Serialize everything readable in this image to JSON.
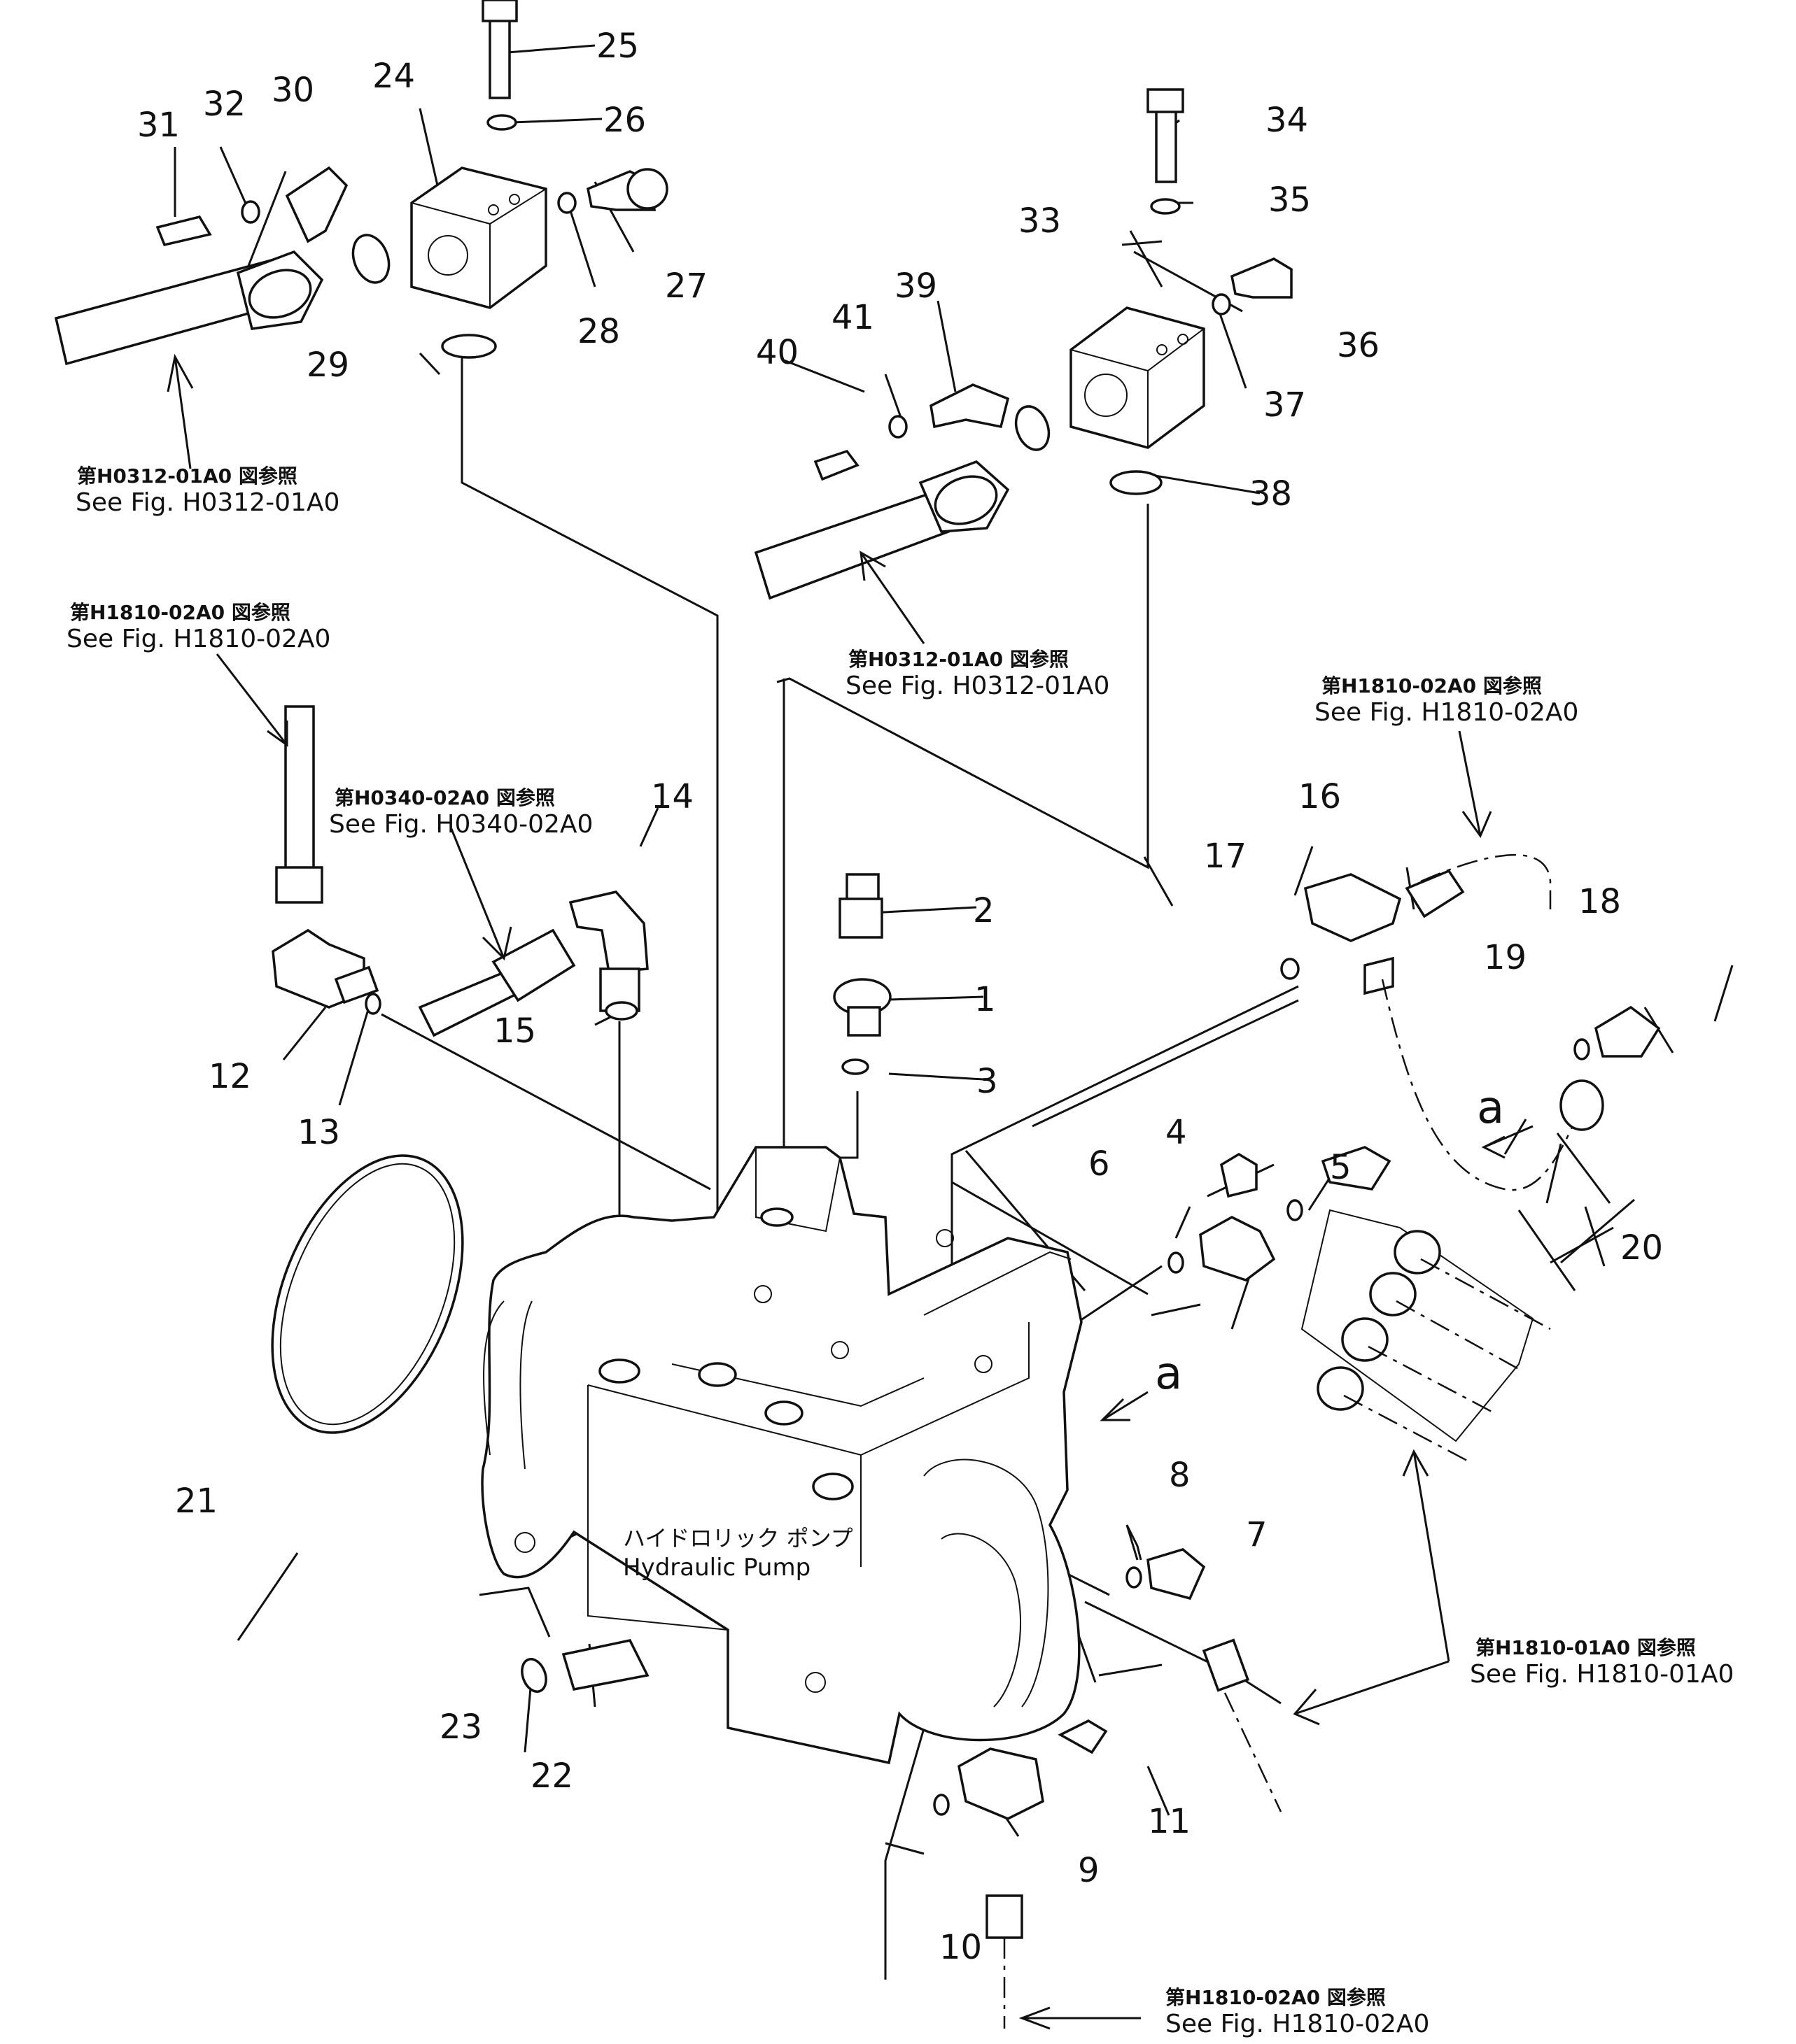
{
  "diagram": {
    "callouts": [
      {
        "id": "1",
        "label": "1"
      },
      {
        "id": "2",
        "label": "2"
      },
      {
        "id": "3",
        "label": "3"
      },
      {
        "id": "4",
        "label": "4"
      },
      {
        "id": "5",
        "label": "5"
      },
      {
        "id": "6",
        "label": "6"
      },
      {
        "id": "7",
        "label": "7"
      },
      {
        "id": "8",
        "label": "8"
      },
      {
        "id": "9",
        "label": "9"
      },
      {
        "id": "10",
        "label": "10"
      },
      {
        "id": "11",
        "label": "11"
      },
      {
        "id": "12",
        "label": "12"
      },
      {
        "id": "13",
        "label": "13"
      },
      {
        "id": "14",
        "label": "14"
      },
      {
        "id": "15",
        "label": "15"
      },
      {
        "id": "16",
        "label": "16"
      },
      {
        "id": "17",
        "label": "17"
      },
      {
        "id": "18",
        "label": "18"
      },
      {
        "id": "19",
        "label": "19"
      },
      {
        "id": "20",
        "label": "20"
      },
      {
        "id": "21",
        "label": "21"
      },
      {
        "id": "22",
        "label": "22"
      },
      {
        "id": "23",
        "label": "23"
      },
      {
        "id": "24",
        "label": "24"
      },
      {
        "id": "25",
        "label": "25"
      },
      {
        "id": "26",
        "label": "26"
      },
      {
        "id": "27",
        "label": "27"
      },
      {
        "id": "28",
        "label": "28"
      },
      {
        "id": "29",
        "label": "29"
      },
      {
        "id": "30",
        "label": "30"
      },
      {
        "id": "31",
        "label": "31"
      },
      {
        "id": "32",
        "label": "32"
      },
      {
        "id": "33",
        "label": "33"
      },
      {
        "id": "34",
        "label": "34"
      },
      {
        "id": "35",
        "label": "35"
      },
      {
        "id": "36",
        "label": "36"
      },
      {
        "id": "37",
        "label": "37"
      },
      {
        "id": "38",
        "label": "38"
      },
      {
        "id": "39",
        "label": "39"
      },
      {
        "id": "40",
        "label": "40"
      },
      {
        "id": "41",
        "label": "41"
      }
    ],
    "view_marks": [
      {
        "id": "a1",
        "label": "a"
      },
      {
        "id": "a2",
        "label": "a"
      }
    ],
    "references": [
      {
        "id": "r1",
        "jp": "第H0312-01A0 図参照",
        "en": "See Fig. H0312-01A0"
      },
      {
        "id": "r2",
        "jp": "第H1810-02A0 図参照",
        "en": "See Fig. H1810-02A0"
      },
      {
        "id": "r3",
        "jp": "第H0340-02A0 図参照",
        "en": "See Fig. H0340-02A0"
      },
      {
        "id": "r4",
        "jp": "第H0312-01A0 図参照",
        "en": "See Fig. H0312-01A0"
      },
      {
        "id": "r5",
        "jp": "第H1810-02A0 図参照",
        "en": "See Fig. H1810-02A0"
      },
      {
        "id": "r6",
        "jp": "第H1810-01A0 図参照",
        "en": "See Fig. H1810-01A0"
      },
      {
        "id": "r7",
        "jp": "第H1810-02A0 図参照",
        "en": "See Fig. H1810-02A0"
      }
    ],
    "pump_label": {
      "jp": "ハイドロリック ポンプ",
      "en": "Hydraulic Pump"
    }
  }
}
